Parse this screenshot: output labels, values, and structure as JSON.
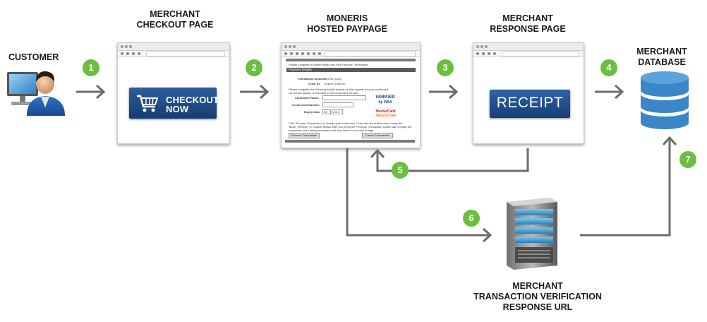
{
  "customer": {
    "label": "CUSTOMER"
  },
  "checkout_page": {
    "title_line1": "MERCHANT",
    "title_line2": "CHECKOUT PAGE",
    "button_line1": "CHECKOUT",
    "button_line2": "NOW"
  },
  "paypage": {
    "title_line1": "MONERIS",
    "title_line2": "HOSTED PAYPAGE",
    "intro": "Please complete all bolded fields and click Process Transaction",
    "section": "Payment Details",
    "amount_label": "Transaction Amount:",
    "amount_value": "$29.95 (CAD)",
    "order_label": "Order ID:",
    "order_value": "mhp3737300167",
    "instructions_1": "Please complete the following details exactly as they appear on your credit card.",
    "instructions_2": "Do not put spaces or hyphens in the credit card number.",
    "cardholder_label": "Cardholder Name:",
    "card_number_label": "Credit Card Number:",
    "expiry_label": "Expiry Date:",
    "expiry_month": "08",
    "expiry_year": "2013",
    "vbv_line1": "VERIFIED",
    "vbv_line2": "by VISA",
    "mc_line1": "MasterCard.",
    "mc_line2": "SecureCode",
    "footer_1": "Click 'Process Transaction' to charge your credit card. Only click the button once. Using the",
    "footer_2": "'Back', 'Refresh' or 'Cancel' button after you press the 'Process Transaction' button will not stop the",
    "footer_3": "transaction from being processed and may result in a double charge.",
    "process_button": "Process Transaction",
    "cancel_button": "Cancel Transaction"
  },
  "response_page": {
    "title_line1": "MERCHANT",
    "title_line2": "RESPONSE PAGE",
    "button": "RECEIPT"
  },
  "database": {
    "title_line1": "MERCHANT",
    "title_line2": "DATABASE"
  },
  "verification": {
    "title_line1": "MERCHANT",
    "title_line2": "TRANSACTION VERIFICATION",
    "title_line3": "RESPONSE URL"
  },
  "steps": [
    "1",
    "2",
    "3",
    "4",
    "5",
    "6",
    "7"
  ],
  "colors": {
    "step_green": "#6abf3e",
    "arrow_gray": "#6b6b6b",
    "button_blue": "#1f4f8f",
    "database_blue": "#3a86c8"
  }
}
